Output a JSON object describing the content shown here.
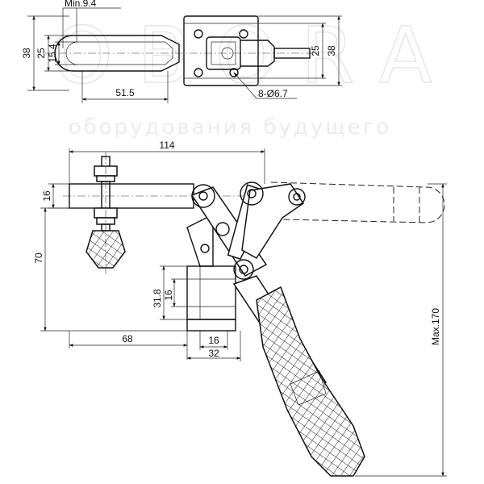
{
  "watermark": {
    "big": "O B O R A",
    "sub": "оборудования будущего"
  },
  "top_view": {
    "dims": {
      "min_slot": "Min.9.4",
      "height_left": "38",
      "slot_outer": "25",
      "slot_inner": "15.4",
      "height_right_inner": "25",
      "height_right_outer": "38",
      "length": "51.5",
      "holes": "8-Ø6.7"
    }
  },
  "side_view": {
    "dims": {
      "reach": "114",
      "bar_thickness": "16",
      "spindle_height": "70",
      "base_hole_pitch": "31.8",
      "base_small": "16",
      "base_offset": "68",
      "base_foot_inner": "16",
      "base_foot": "32",
      "max_height": "Max.170"
    }
  }
}
